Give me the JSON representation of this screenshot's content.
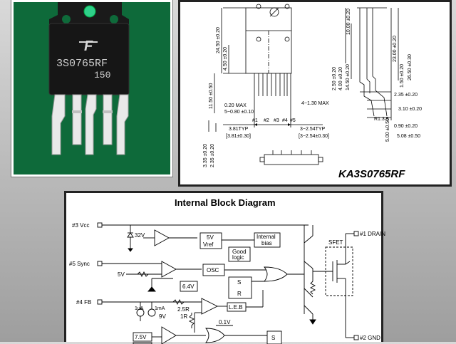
{
  "photo": {
    "logo": "F",
    "marking_line1": "3S0765RF",
    "marking_line2": "150"
  },
  "drawing": {
    "part_number": "KA3S0765RF",
    "dims_left": [
      "24.50 ±0.20",
      "4.50 ±0.20",
      "11.50 ±0.50",
      "3.35 ±0.20",
      "2.35 ±0.20",
      "5.00 ±0.50"
    ],
    "dims_mid": [
      "0.20 MAX",
      "5−0.80 ±0.10",
      "4−1.30 MAX",
      "3.81TYP",
      "[3.81±0.30]",
      "3−2.54TYP",
      "[3−2.54±0.30]"
    ],
    "dims_right": [
      "10.00 ±0.20",
      "23.00 ±0.20",
      "1.50 ±0.20",
      "26.50 ±0.30",
      "2.35 ±0.20",
      "3.10 ±0.20",
      "0.90 ±0.20",
      "5.08 ±0.50",
      "2.50 ±0.20",
      "4.00 ±0.20",
      "14.50 ±0.20",
      "R1.3.5"
    ],
    "pin_labels": [
      "#1",
      "#2",
      "#3",
      "#4",
      "#5"
    ]
  },
  "block": {
    "title": "Internal Block Diagram",
    "pins": {
      "vcc": "#3 Vcc",
      "sync": "#5 Sync",
      "fb": "#4 FB",
      "drain": "#1 DRAIN",
      "gnd": "#2 GND"
    },
    "components": {
      "zener": "32V",
      "vref_line1": "5V",
      "vref_line2": "Vref",
      "internal_bias_line1": "Internal",
      "internal_bias_line2": "bias",
      "good_logic_line1": "Good",
      "good_logic_line2": "logic",
      "osc": "OSC",
      "sr_s": "S",
      "sr_r": "R",
      "leb": "L.E.B",
      "ref_6v4": "6.4V",
      "ref_5v": "5V",
      "ref_7v5": "7.5V",
      "i_1ua": "1uA",
      "i_1ma": "1mA",
      "r_25r": "2.5R",
      "r_1r": "1R",
      "v_9v": "9V",
      "v_01v": "0.1V",
      "sfet": "SFET",
      "sr2_s": "S"
    }
  }
}
